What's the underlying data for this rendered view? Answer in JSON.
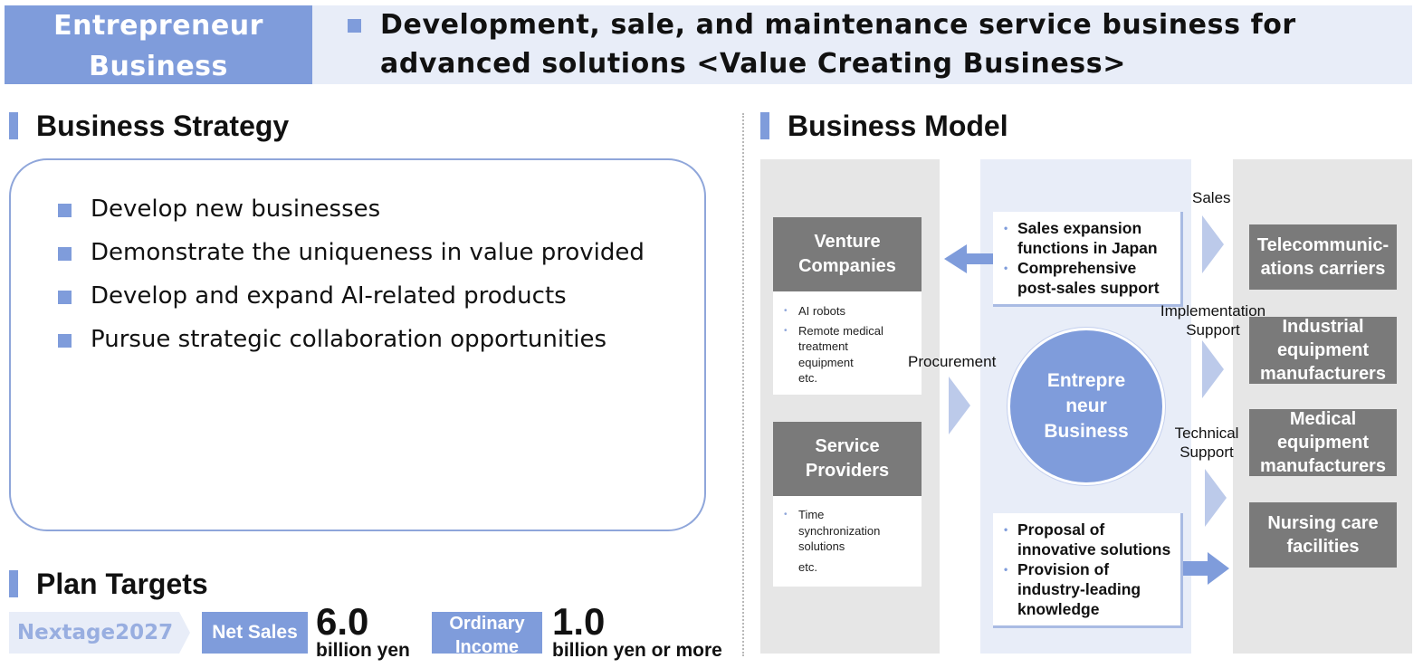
{
  "header": {
    "badge_line1": "Entrepreneur",
    "badge_line2": "Business",
    "title_line1": "Development, sale, and maintenance service business for",
    "title_line2": "advanced solutions <Value Creating Business>"
  },
  "strategy": {
    "title": "Business Strategy",
    "items": [
      "Develop new businesses",
      "Demonstrate the uniqueness in value provided",
      "Develop and expand AI-related products",
      "Pursue strategic collaboration opportunities"
    ]
  },
  "plan": {
    "title": "Plan Targets",
    "plan_name": "Nextage2027",
    "net_sales_label": "Net Sales",
    "net_sales_value": "6.0",
    "net_sales_unit": "billion yen",
    "ordinary_income_label_1": "Ordinary",
    "ordinary_income_label_2": "Income",
    "ordinary_income_value": "1.0",
    "ordinary_income_unit": "billion yen or more"
  },
  "model": {
    "title": "Business Model",
    "venture": {
      "title_1": "Venture",
      "title_2": "Companies",
      "items": [
        "AI robots",
        "Remote medical",
        "treatment",
        "equipment"
      ],
      "etc": "etc."
    },
    "service": {
      "title_1": "Service",
      "title_2": "Providers",
      "items": [
        "Time",
        "synchronization",
        "solutions"
      ],
      "etc": "etc."
    },
    "procurement_label": "Procurement",
    "center_1": "Entrepre",
    "center_2": "neur",
    "center_3": "Business",
    "top_callout": [
      "Sales expansion",
      "functions in Japan",
      "Comprehensive",
      "post-sales support"
    ],
    "bottom_callout": [
      "Proposal of",
      "innovative solutions",
      "Provision of",
      "industry-leading",
      "knowledge"
    ],
    "sales_label": "Sales",
    "impl_label_1": "Implementation",
    "impl_label_2": "Support",
    "tech_label_1": "Technical",
    "tech_label_2": "Support",
    "customers": [
      {
        "l1": "Telecommunic-",
        "l2": "ations carriers",
        "l3": ""
      },
      {
        "l1": "Industrial",
        "l2": "equipment",
        "l3": "manufacturers"
      },
      {
        "l1": "Medical",
        "l2": "equipment",
        "l3": "manufacturers"
      },
      {
        "l1": "Nursing care",
        "l2": "facilities",
        "l3": ""
      }
    ]
  },
  "colors": {
    "accent": "#7f9cdb",
    "accent_light": "#e8edf8",
    "gray_box": "#7a7a7a",
    "gray_bg": "#e6e6e6"
  }
}
